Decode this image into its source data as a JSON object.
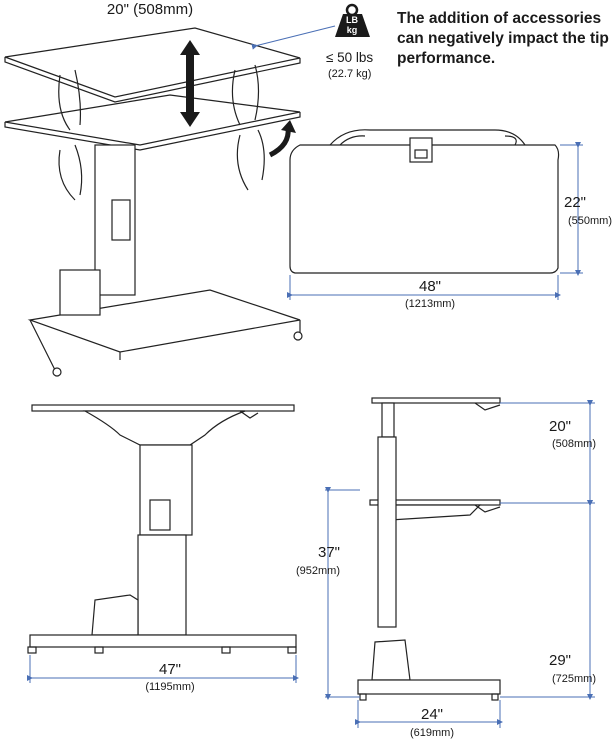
{
  "weight_badge": {
    "line1": "LB",
    "line2": "kg"
  },
  "warning_text": "The addition of accessories can negatively impact the tip performance.",
  "weight_limit": {
    "lbs": "≤ 50 lbs",
    "kg": "(22.7 kg)"
  },
  "dims": {
    "lift_range": "20\" (508mm)",
    "top_depth": {
      "imperial": "22\"",
      "metric": "(550mm)"
    },
    "top_width": {
      "imperial": "48\"",
      "metric": "(1213mm)"
    },
    "base_width": {
      "imperial": "47\"",
      "metric": "(1195mm)"
    },
    "upper_travel": {
      "imperial": "20\"",
      "metric": "(508mm)"
    },
    "max_height": {
      "imperial": "37\"",
      "metric": "(952mm)"
    },
    "min_height": {
      "imperial": "29\"",
      "metric": "(725mm)"
    },
    "base_depth": {
      "imperial": "24\"",
      "metric": "(619mm)"
    }
  },
  "colors": {
    "dimension_line": "#4a6fb5",
    "ink": "#1a1a1a",
    "arrow": "#1a1a1a"
  }
}
